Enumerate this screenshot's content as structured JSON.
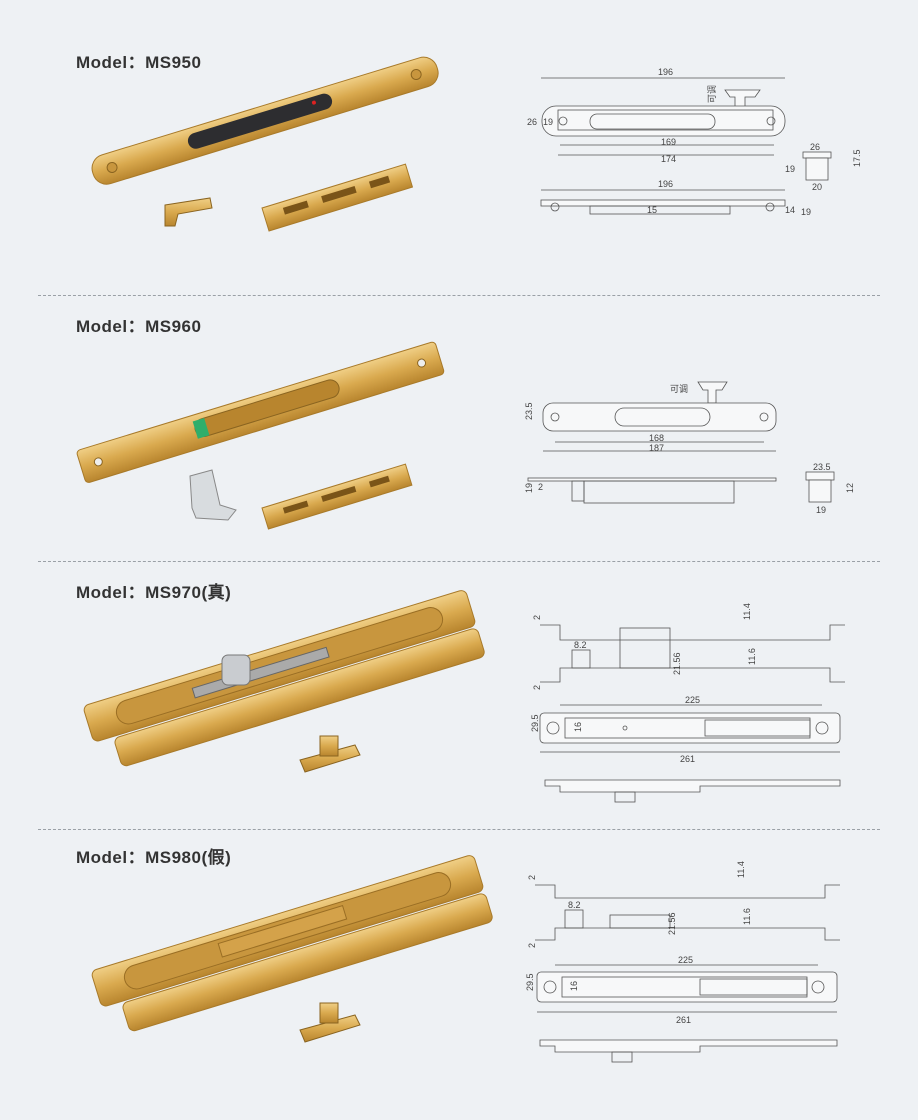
{
  "models": [
    {
      "title": "Model：MS950",
      "labels": [
        "196",
        "可调",
        "26",
        "19",
        "169",
        "174",
        "26",
        "19",
        "20",
        "17.5",
        "196",
        "15",
        "14",
        "19"
      ]
    },
    {
      "title": "Model：MS960",
      "labels": [
        "可调",
        "23.5",
        "168",
        "187",
        "19",
        "2",
        "23.5",
        "12",
        "19"
      ]
    },
    {
      "title": "Model：MS970(真)",
      "labels": [
        "2",
        "11.4",
        "8.2",
        "21.56",
        "11.6",
        "2",
        "225",
        "29.5",
        "16",
        "261"
      ]
    },
    {
      "title": "Model：MS980(假)",
      "labels": [
        "2",
        "11.4",
        "8.2",
        "21.56",
        "11.6",
        "2",
        "225",
        "29.5",
        "16",
        "261"
      ]
    }
  ],
  "colors": {
    "background": "#eef1f4",
    "gold": "#d9a94e",
    "line": "#555555"
  }
}
